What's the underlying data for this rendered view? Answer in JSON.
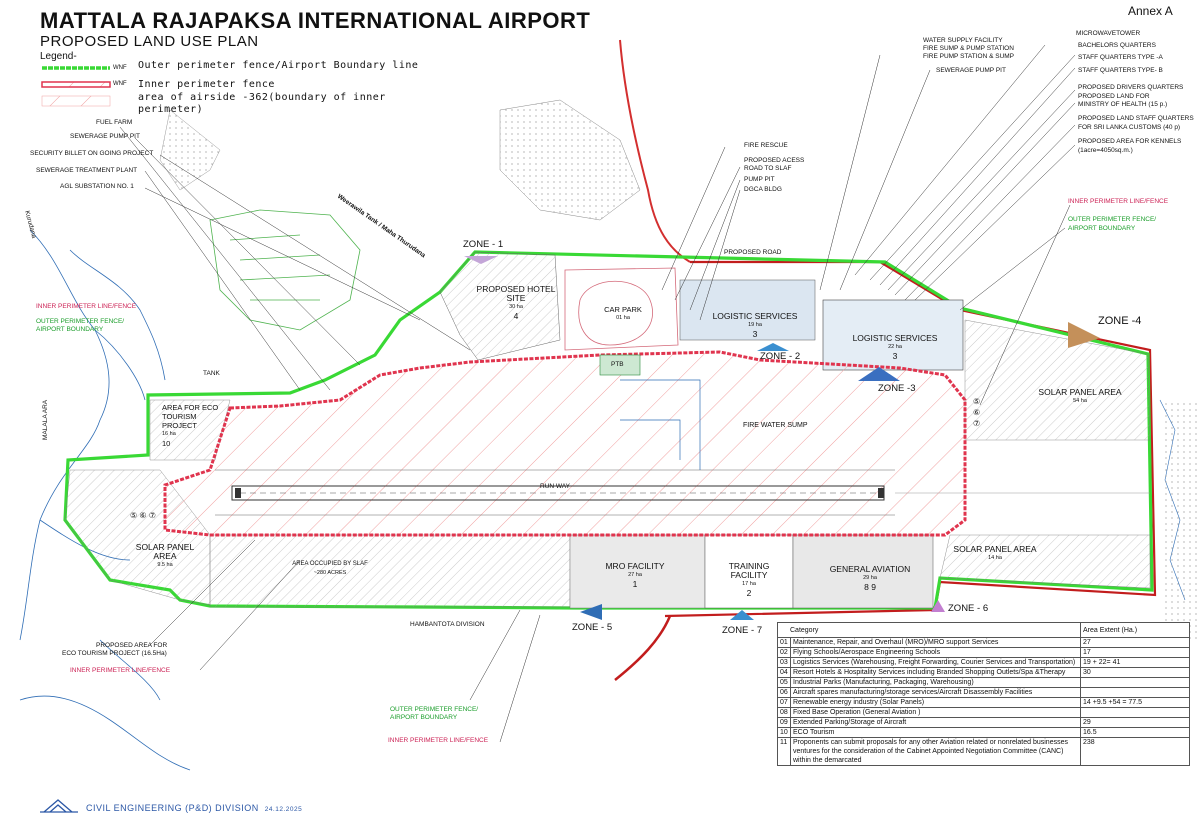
{
  "header": {
    "title": "MATTALA RAJAPAKSA INTERNATIONAL AIRPORT",
    "subtitle": "PROPOSED LAND USE PLAN",
    "annex": "Annex A",
    "legend_heading": "Legend-"
  },
  "legend": {
    "outer_tag": "WNF",
    "outer_text": "Outer perimeter fence/Airport Boundary line",
    "inner_tag": "WNF",
    "inner_text_1": "Inner perimeter fence",
    "inner_text_2": "area of airside -362(boundary of inner",
    "inner_text_3": "perimeter)",
    "colors": {
      "outer": "#39d935",
      "inner": "#e0344e",
      "hatch": "#f0a0a0"
    }
  },
  "left_labels": {
    "fuel_farm": "FUEL FARM",
    "sewerage_pump_pit": "SEWERAGE PUMP PIT",
    "security_billet": "SECURITY BILLET ON GOING PROJECT",
    "sewerage_treatment": "SEWERAGE TREATMENT PLANT",
    "agl": "AGL  SUBSTATION NO. 1",
    "inner_line": "INNER PERIMETER LINE/FENCE",
    "outer_fence_1": "OUTER PERIMETER FENCE/",
    "outer_fence_2": "AIRPORT BOUNDARY",
    "eco_proposal_1": "PROPOSED AREA FOR",
    "eco_proposal_2": "ECO TOURISM PROJECT (16.5Ha)",
    "inner_line_bottom": "INNER PERIMETER LINE/FENCE",
    "kurudana": "Kurudana",
    "malala": "MALALA ARA",
    "tank": "TANK",
    "weerawila": "Weerawila Tank / Maha Thurudana"
  },
  "bottom_labels": {
    "outer_fence_1": "OUTER PERIMETER FENCE/",
    "outer_fence_2": "AIRPORT BOUNDARY",
    "inner_line": "INNER PERIMETER LINE/FENCE",
    "hambantota": "HAMBANTOTA   DIVISION"
  },
  "top_labels": {
    "water_supply_1": "WATER SUPPLY FACILITY",
    "water_supply_2": "FIRE SUMP & PUMP STATION",
    "water_supply_3": "FIRE PUMP STATION & SUMP",
    "sewerage_pit": "SEWERAGE PUMP PIT",
    "fire_rescue": "FIRE  RESCUE",
    "access_1": "PROPOSED ACESS",
    "access_2": "ROAD TO SLAF",
    "pump_pit": "PUMP PIT",
    "dgca": "DGCA BLDG",
    "proposed_road": "PROPOSED ROAD",
    "microwave": "MICROWAVETOWER",
    "bachelors": "BACHELORS QUARTERS",
    "staff_a": "STAFF  QUARTERS TYPE -A",
    "staff_b": "STAFF  QUARTERS TYPE- B",
    "drivers": "PROPOSED DRIVERS QUARTERS",
    "health_1": "PROPOSED LAND  FOR",
    "health_2": "MINISTRY OF HEALTH (15 p.)",
    "customs_1": "PROPOSED LAND STAFF QUARTERS",
    "customs_2": "FOR SRI LANKA CUSTOMS (40 p)",
    "kennels_1": "PROPOSED AREA FOR KENNELS",
    "kennels_2": "(1acre=4050sq.m.)",
    "inner_line": "INNER PERIMETER LINE/FENCE",
    "outer_fence_1": "OUTER PERIMETER FENCE/",
    "outer_fence_2": "AIRPORT BOUNDARY"
  },
  "areas": {
    "hotel": {
      "name": "PROPOSED HOTEL SITE",
      "size": "30 ha",
      "num": "4"
    },
    "car_park": {
      "name": "CAR PARK",
      "size": "01 ha"
    },
    "logistics_1": {
      "name": "LOGISTIC SERVICES",
      "size": "19 ha",
      "num": "3"
    },
    "logistics_2": {
      "name": "LOGISTIC SERVICES",
      "size": "22 ha",
      "num": "3"
    },
    "solar_east": {
      "name": "SOLAR PANEL AREA",
      "size": "54 ha"
    },
    "solar_west": {
      "name": "SOLAR PANEL AREA",
      "size": "9.5 ha"
    },
    "solar_se": {
      "name": "SOLAR PANEL AREA",
      "size": "14 ha"
    },
    "eco": {
      "name": "AREA FOR ECO TOURISM PROJECT",
      "size": "16 ha",
      "num": "10"
    },
    "slaf": {
      "name": "AREA OCCUPIED BY SLAF",
      "size": "~280 ACRES"
    },
    "mro": {
      "name": "MRO FACILITY",
      "size": "27 ha",
      "num": "1"
    },
    "training": {
      "name": "TRAINING FACILITY",
      "size": "17 ha",
      "num": "2"
    },
    "general_aviation": {
      "name": "GENERAL AVIATION",
      "size": "29 ha",
      "num_a": "8",
      "num_b": "9"
    },
    "fire_water_sump": "FIRE WATER SUMP",
    "runway": "RUN WAY",
    "ptb": "PTB"
  },
  "zones": [
    "ZONE - 1",
    "ZONE - 2",
    "ZONE -3",
    "ZONE -4",
    "ZONE - 5",
    "ZONE - 6",
    "ZONE - 7"
  ],
  "table": {
    "headers": [
      "Category",
      "Area Extent (Ha.)"
    ],
    "rows": [
      {
        "num": "01",
        "text": "Maintenance, Repair, and Overhaul (MRO)/MRO support Services",
        "ext": "27"
      },
      {
        "num": "02",
        "text": "Flying Schools/Aerospace Engineering Schools",
        "ext": "17"
      },
      {
        "num": "03",
        "text": "Logistics Services (Warehousing, Freight Forwarding, Courier Services and Transportation)",
        "ext": "19 + 22= 41"
      },
      {
        "num": "04",
        "text": "Resort Hotels & Hospitality Services including Branded Shopping Outlets/Spa &Therapy",
        "ext": "30"
      },
      {
        "num": "05",
        "text": "Industrial Parks (Manufacturing, Packaging, Warehousing)",
        "ext": ""
      },
      {
        "num": "06",
        "text": "Aircraft spares manufacturing/storage services/Aircraft Disassembly Facilities",
        "ext": ""
      },
      {
        "num": "07",
        "text": "Renewable energy industry (Solar Panels)",
        "ext": "14 +9.5 +54 =  77.5"
      },
      {
        "num": "08",
        "text": "Fixed Base Operation (General Aviation )",
        "ext": ""
      },
      {
        "num": "09",
        "text": "Extended Parking/Storage of Aircraft",
        "ext": "29"
      },
      {
        "num": "10",
        "text": "ECO Tourism",
        "ext": "16.5"
      },
      {
        "num": "11",
        "text": "Proponents can submit proposals for any other Aviation related or nonrelated businesses ventures for the consideration of the Cabinet Appointed Negotiation Committee (CANC) within the demarcated",
        "ext": "238"
      }
    ]
  },
  "footer": {
    "division": "CIVIL ENGINEERING (P&D) DIVISION",
    "date": "24.12.2025"
  }
}
